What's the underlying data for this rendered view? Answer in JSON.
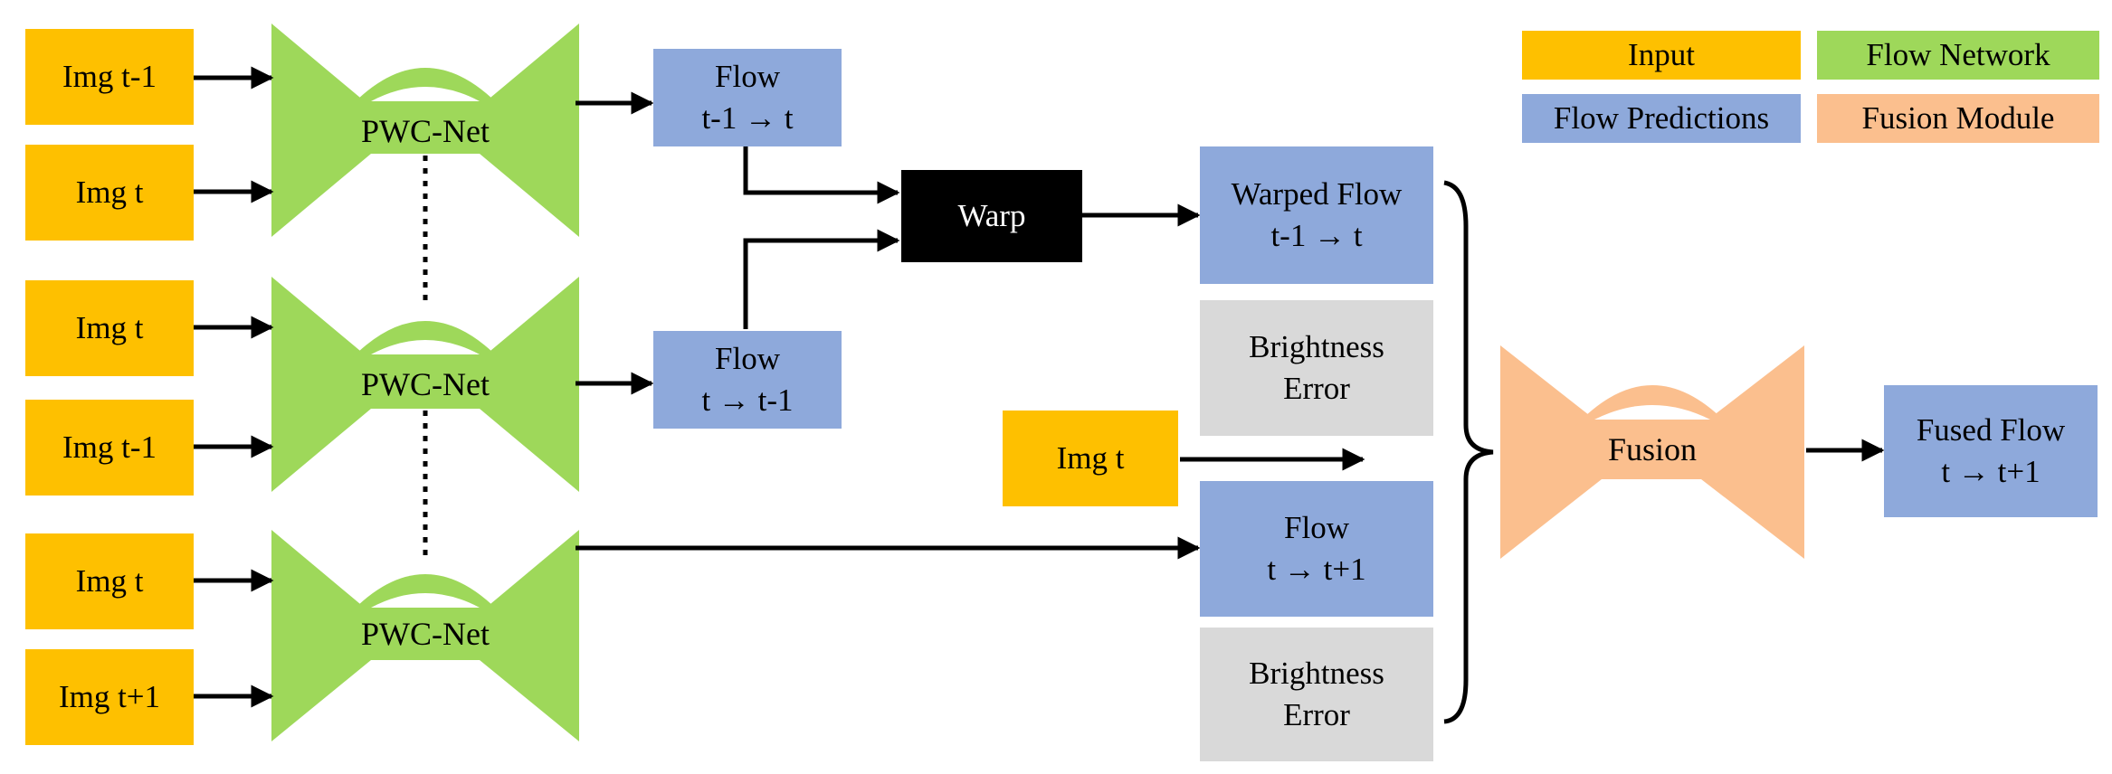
{
  "legend": {
    "input": "Input",
    "flow_network": "Flow Network",
    "flow_predictions": "Flow Predictions",
    "fusion_module": "Fusion Module"
  },
  "colors": {
    "input": "#FEC000",
    "flow_network": "#9ED85A",
    "flow_predictions": "#8EA9DB",
    "fusion_module": "#FBBF8E",
    "brightness_error": "#D9D9D9",
    "warp": "#000000"
  },
  "inputs": {
    "row1_top": "Img t-1",
    "row1_bottom": "Img t",
    "row2_top": "Img t",
    "row2_bottom": "Img t-1",
    "row3_top": "Img t",
    "row3_bottom": "Img t+1",
    "fusion_img": "Img t"
  },
  "networks": {
    "pwc1": "PWC-Net",
    "pwc2": "PWC-Net",
    "pwc3": "PWC-Net",
    "fusion": "Fusion"
  },
  "flows": {
    "flow1": {
      "line1": "Flow",
      "line2": "t-1 → t"
    },
    "flow2": {
      "line1": "Flow",
      "line2": "t → t-1"
    },
    "warped": {
      "line1": "Warped Flow",
      "line2": "t-1 → t"
    },
    "flow3": {
      "line1": "Flow",
      "line2": "t → t+1"
    },
    "fused": {
      "line1": "Fused Flow",
      "line2": "t → t+1"
    }
  },
  "warp": "Warp",
  "brightness1": {
    "line1": "Brightness",
    "line2": "Error"
  },
  "brightness2": {
    "line1": "Brightness",
    "line2": "Error"
  }
}
